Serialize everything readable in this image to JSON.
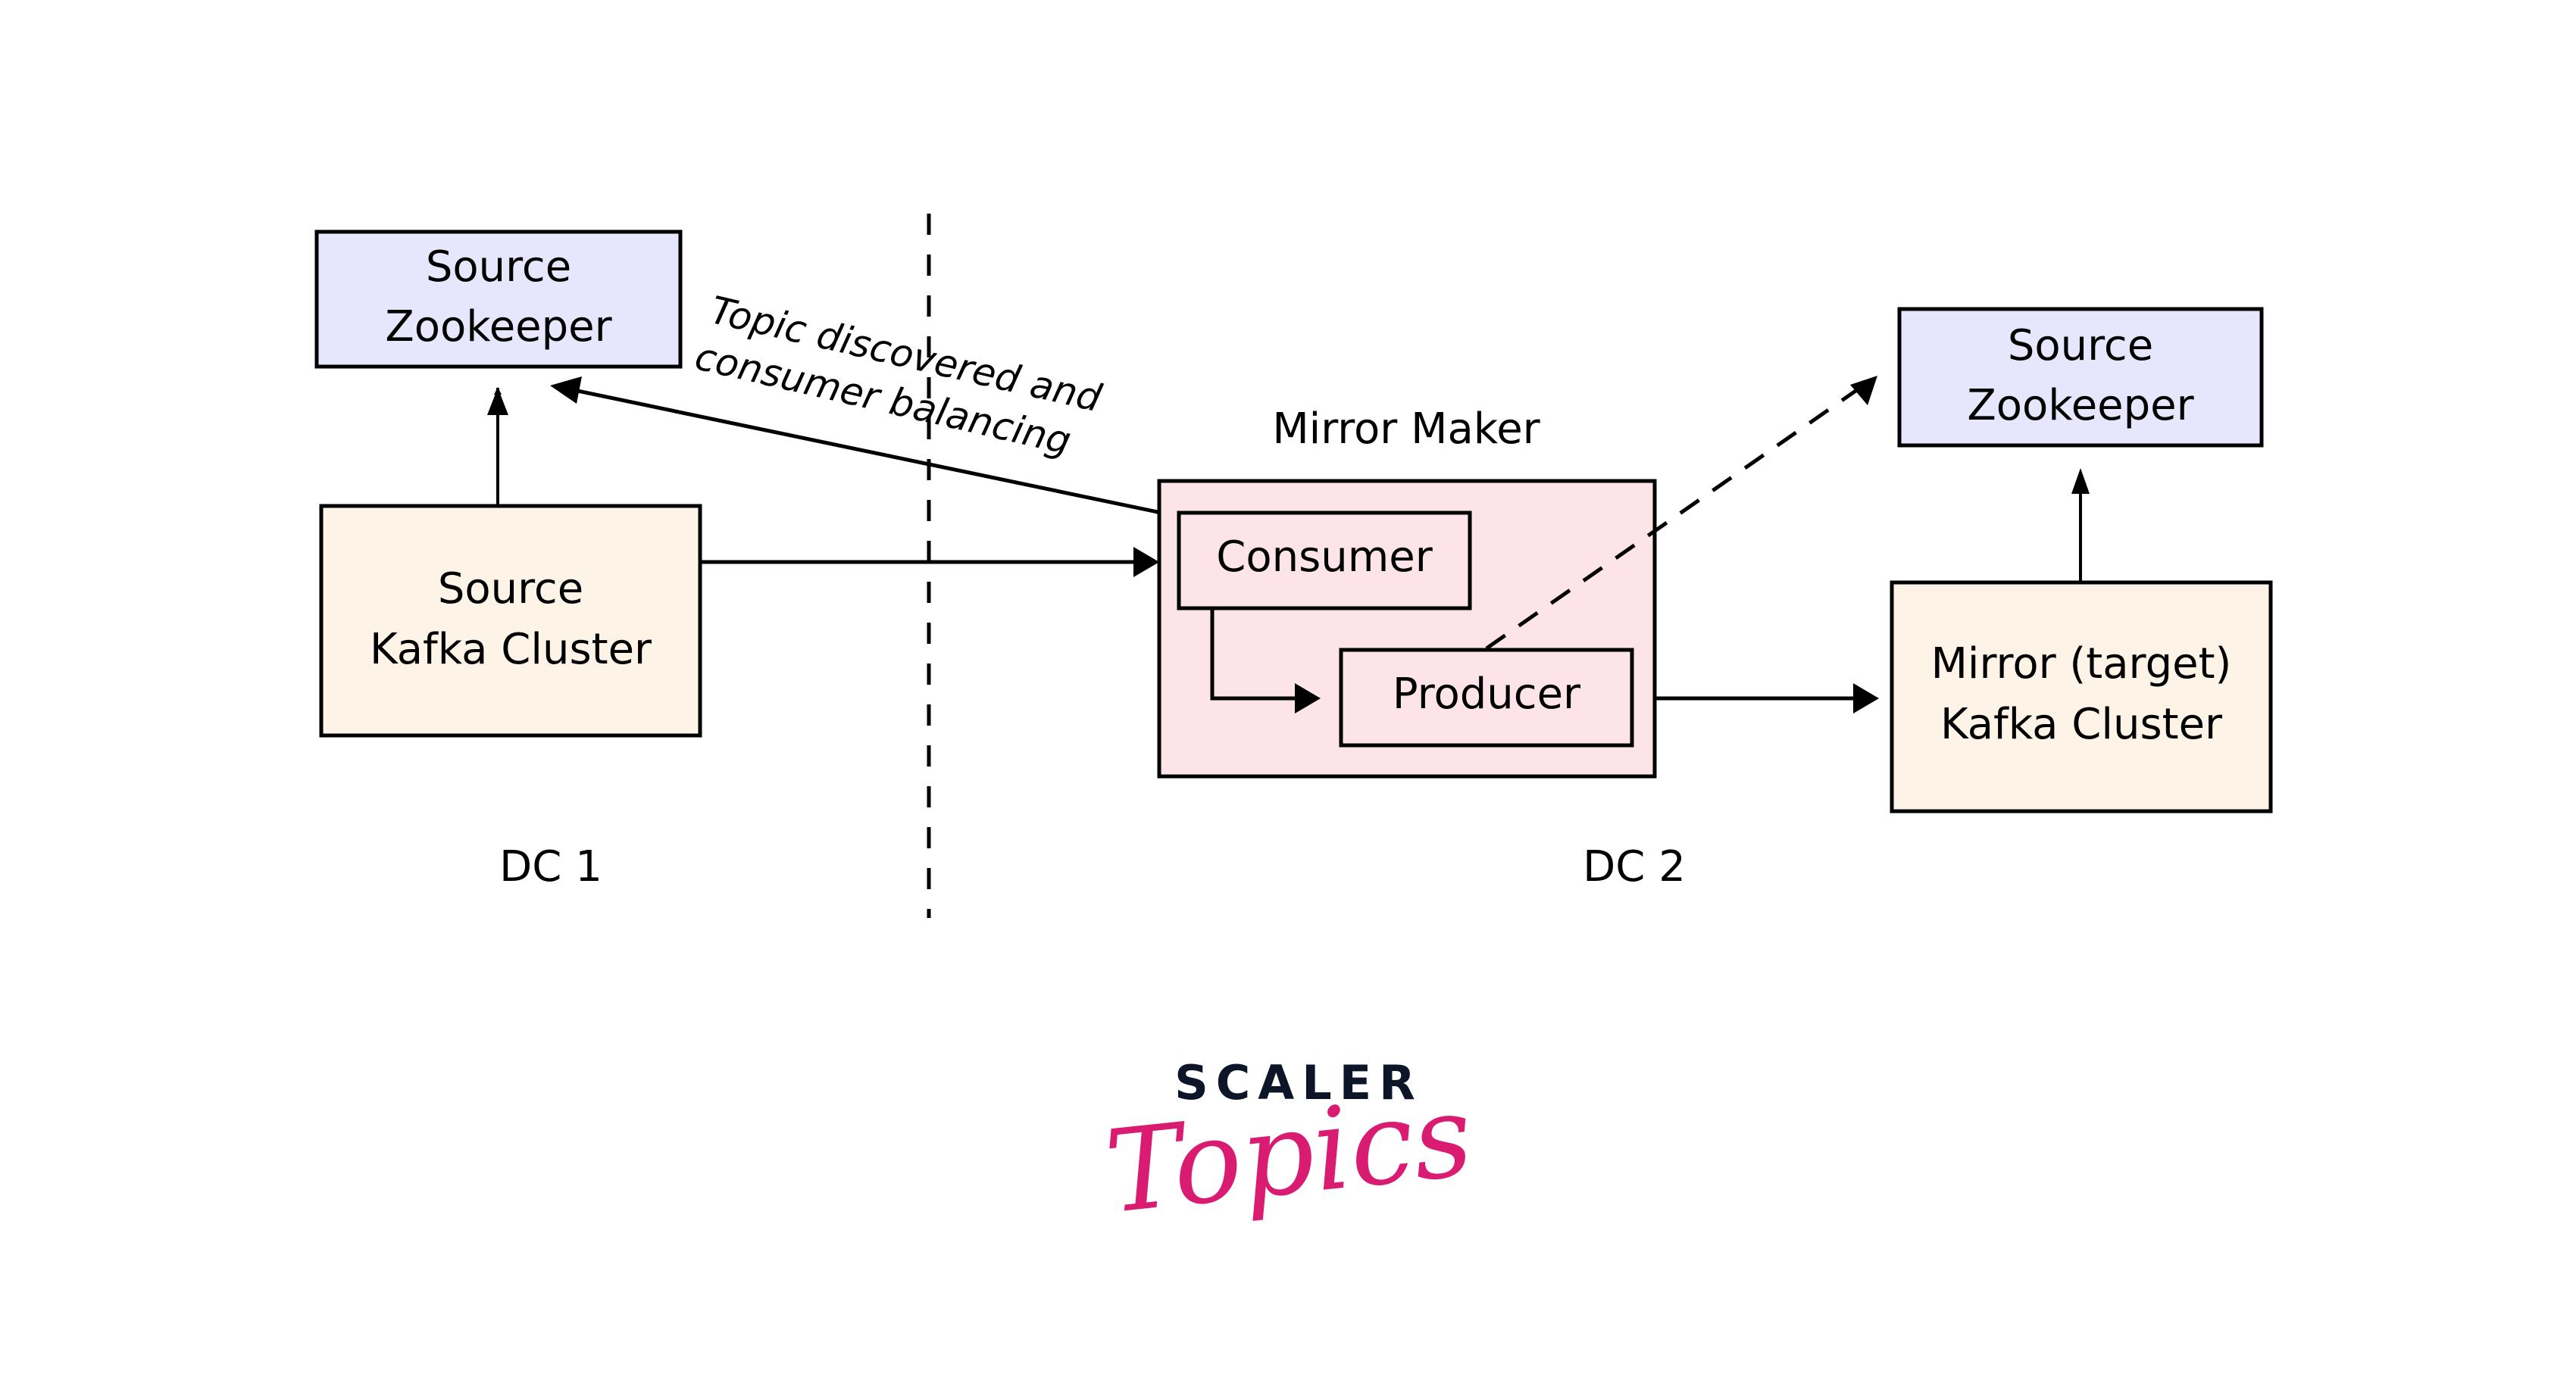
{
  "diagram": {
    "title": "Kafka Mirror Maker cross data-center replication",
    "colors": {
      "zookeeper_fill": "#e6e6fd",
      "kafka_fill": "#fdf4e7",
      "mirror_maker_fill": "#fde4e8",
      "inner_fill": "#fde4e8",
      "stroke": "#000000",
      "logo_dark": "#0d1629",
      "logo_pink": "#d91b72"
    },
    "nodes": {
      "source_zookeeper_dc1": {
        "line1": "Source",
        "line2": "Zookeeper"
      },
      "source_kafka_cluster": {
        "line1": "Source",
        "line2": "Kafka Cluster"
      },
      "mirror_maker": {
        "title": "Mirror Maker"
      },
      "consumer": {
        "label": "Consumer"
      },
      "producer": {
        "label": "Producer"
      },
      "source_zookeeper_dc2": {
        "line1": "Source",
        "line2": "Zookeeper"
      },
      "mirror_kafka_cluster": {
        "line1": "Mirror (target)",
        "line2": "Kafka Cluster"
      }
    },
    "edge_labels": {
      "topic_discovery_line1": "Topic discovered and",
      "topic_discovery_line2": "consumer balancing"
    },
    "regions": {
      "dc1": "DC 1",
      "dc2": "DC 2"
    },
    "edges": [
      {
        "from": "source_kafka_cluster",
        "to": "source_zookeeper_dc1",
        "style": "solid"
      },
      {
        "from": "mirror_maker",
        "to": "source_zookeeper_dc1",
        "style": "solid",
        "label": "Topic discovered and consumer balancing"
      },
      {
        "from": "source_kafka_cluster",
        "to": "consumer",
        "style": "solid"
      },
      {
        "from": "consumer",
        "to": "producer",
        "style": "solid"
      },
      {
        "from": "producer",
        "to": "source_zookeeper_dc2",
        "style": "dashed"
      },
      {
        "from": "producer",
        "to": "mirror_kafka_cluster",
        "style": "solid"
      },
      {
        "from": "mirror_kafka_cluster",
        "to": "source_zookeeper_dc2",
        "style": "solid"
      }
    ]
  },
  "logo": {
    "brand": "SCALER",
    "product": "Topics"
  }
}
